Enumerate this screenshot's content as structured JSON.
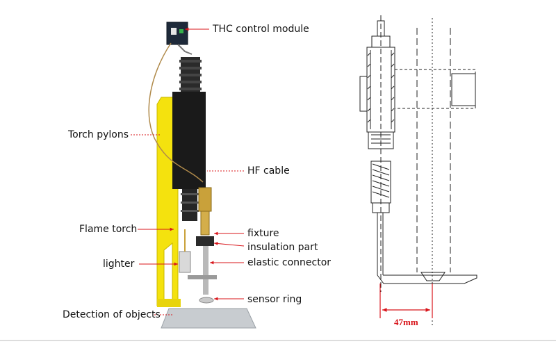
{
  "labels": {
    "thc_control_module": "THC control module",
    "torch_pylons": "Torch pylons",
    "hf_cable": "HF cable",
    "flame_torch": "Flame torch",
    "fixture": "fixture",
    "insulation_part": "insulation part",
    "lighter": "lighter",
    "elastic_connector": "elastic connector",
    "sensor_ring": "sensor ring",
    "detection_of_objects": "Detection of objects"
  },
  "dimension": {
    "text": "47mm"
  },
  "colors": {
    "leader": "#d8141a",
    "pylon_yellow": "#f4e20e",
    "cylinder_black": "#1a1a1a",
    "brass": "#c9a13a",
    "plate": "#c8ccd0",
    "drawing_line": "#222222",
    "bottom_rule": "#bbbbbb"
  }
}
